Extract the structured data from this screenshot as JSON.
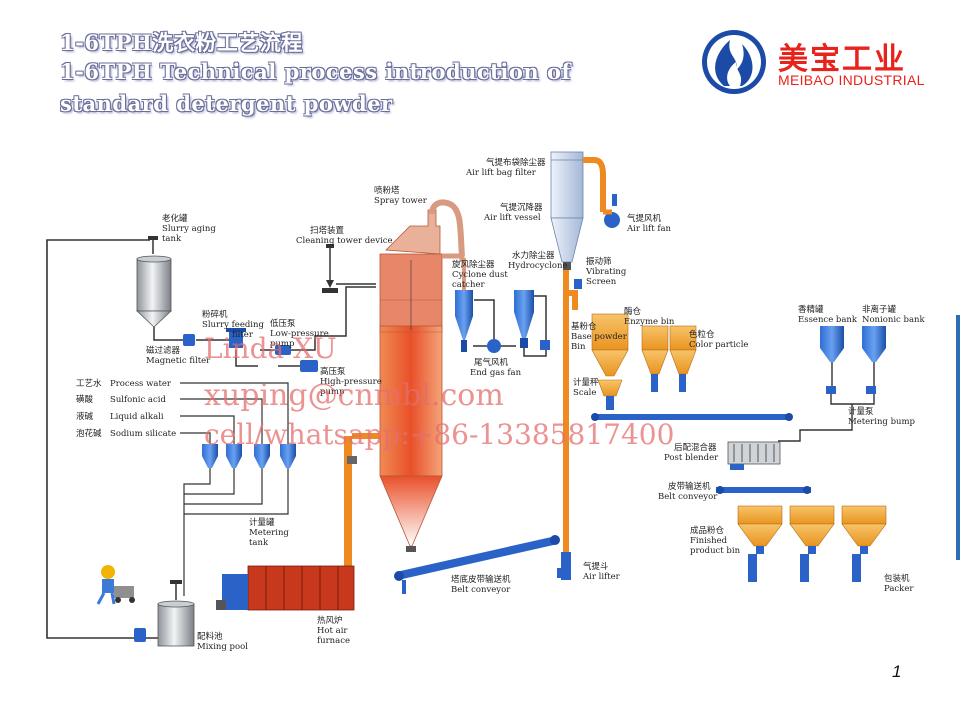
{
  "title": {
    "line1": "1-6TPH洗衣粉工艺流程",
    "line2": "1-6TPH Technical process introduction of",
    "line3": "standard detergent powder"
  },
  "brand": {
    "name_cn": "美宝工业",
    "name_en": "MEIBAO INDUSTRIAL"
  },
  "labels": {
    "slurry_aging_tank": {
      "cn": "老化罐",
      "en1": "Slurry aging",
      "en2": "tank"
    },
    "magnetic_filter": {
      "cn": "磁过滤器",
      "en": "Magnetic filter"
    },
    "slurry_feeding_filter": {
      "cn": "粉碎机",
      "en1": "Slurry feeding",
      "en2": "filter"
    },
    "low_pressure_pump": {
      "cn": "低压泵",
      "en1": "Low-pressure",
      "en2": "pump"
    },
    "high_pressure_pump": {
      "cn": "高压泵",
      "en1": "High-pressure",
      "en2": "pump"
    },
    "cleaning_tower": {
      "cn": "扫塔装置",
      "en": "Cleaning tower device"
    },
    "spray_tower": {
      "cn": "喷粉塔",
      "en": "Spray tower"
    },
    "cyclone": {
      "cn": "旋风除尘器",
      "en1": "Cyclone dust",
      "en2": "catcher"
    },
    "hydrocyclone": {
      "cn": "水力除尘器",
      "en": "Hydrocyclone"
    },
    "end_gas_fan": {
      "cn": "尾气风机",
      "en": "End gas fan"
    },
    "air_lift_bag_filter": {
      "cn": "气提布袋除尘器",
      "en": "Air lift bag filter"
    },
    "air_lift_vessel": {
      "cn": "气提沉降器",
      "en": "Air lift vessel"
    },
    "air_lift_fan": {
      "cn": "气提风机",
      "en": "Air lift fan"
    },
    "vibrating_screen": {
      "cn": "振动筛",
      "en1": "Vibrating",
      "en2": "Screen"
    },
    "base_powder_bin": {
      "cn": "基粉仓",
      "en1": "Base powder",
      "en2": "Bin"
    },
    "enzyme_bin": {
      "cn": "酶仓",
      "en": "Enzyme bin"
    },
    "color_particle": {
      "cn": "色粒仓",
      "en": "Color particle"
    },
    "scale": {
      "cn": "计量秤",
      "en": "Scale"
    },
    "essence_bank": {
      "cn": "香精罐",
      "en": "Essence bank"
    },
    "nonionic_bank": {
      "cn": "非离子罐",
      "en": "Nonionic bank"
    },
    "metering_bump": {
      "cn": "计量泵",
      "en": "Metering bump"
    },
    "post_blender": {
      "cn": "后配混合器",
      "en": "Post blender"
    },
    "belt_conveyor_right": {
      "cn": "皮带输送机",
      "en": "Belt conveyor"
    },
    "finished_product_bin": {
      "cn": "成品粉仓",
      "en1": "Finished",
      "en2": "product bin"
    },
    "packer": {
      "cn": "包装机",
      "en": "Packer"
    },
    "air_lifter": {
      "cn": "气提斗",
      "en": "Air lifter"
    },
    "belt_conveyor_bottom": {
      "cn": "塔底皮带输送机",
      "en": "Belt conveyor"
    },
    "hot_air_furnace": {
      "cn": "热风炉",
      "en1": "Hot air",
      "en2": "furnace"
    },
    "mixing_pool": {
      "cn": "配料池",
      "en": "Mixing pool"
    },
    "metering_tank": {
      "cn": "计量罐",
      "en1": "Metering",
      "en2": "tank"
    },
    "inputs": [
      {
        "cn": "工艺水",
        "en": "Process water"
      },
      {
        "cn": "磺酸",
        "en": "Sulfonic acid"
      },
      {
        "cn": "液碱",
        "en": "Liquid alkali"
      },
      {
        "cn": "泡花碱",
        "en": "Sodium silicate"
      }
    ]
  },
  "watermark": {
    "line1": "Linda XU",
    "line2": "xuping@cnmbl.com",
    "line3": "cell/whatsapp:+86-13385817400"
  },
  "page_number": "1",
  "colors": {
    "equipment_blue": "#1e58b8",
    "pipe_orange": "#ee8a1f",
    "tower_red": "#e9502a",
    "furnace_red": "#c8381c",
    "hopper_orange": "#f1a53d",
    "brand_red": "#e8231c",
    "watermark": "#e46e6e"
  }
}
